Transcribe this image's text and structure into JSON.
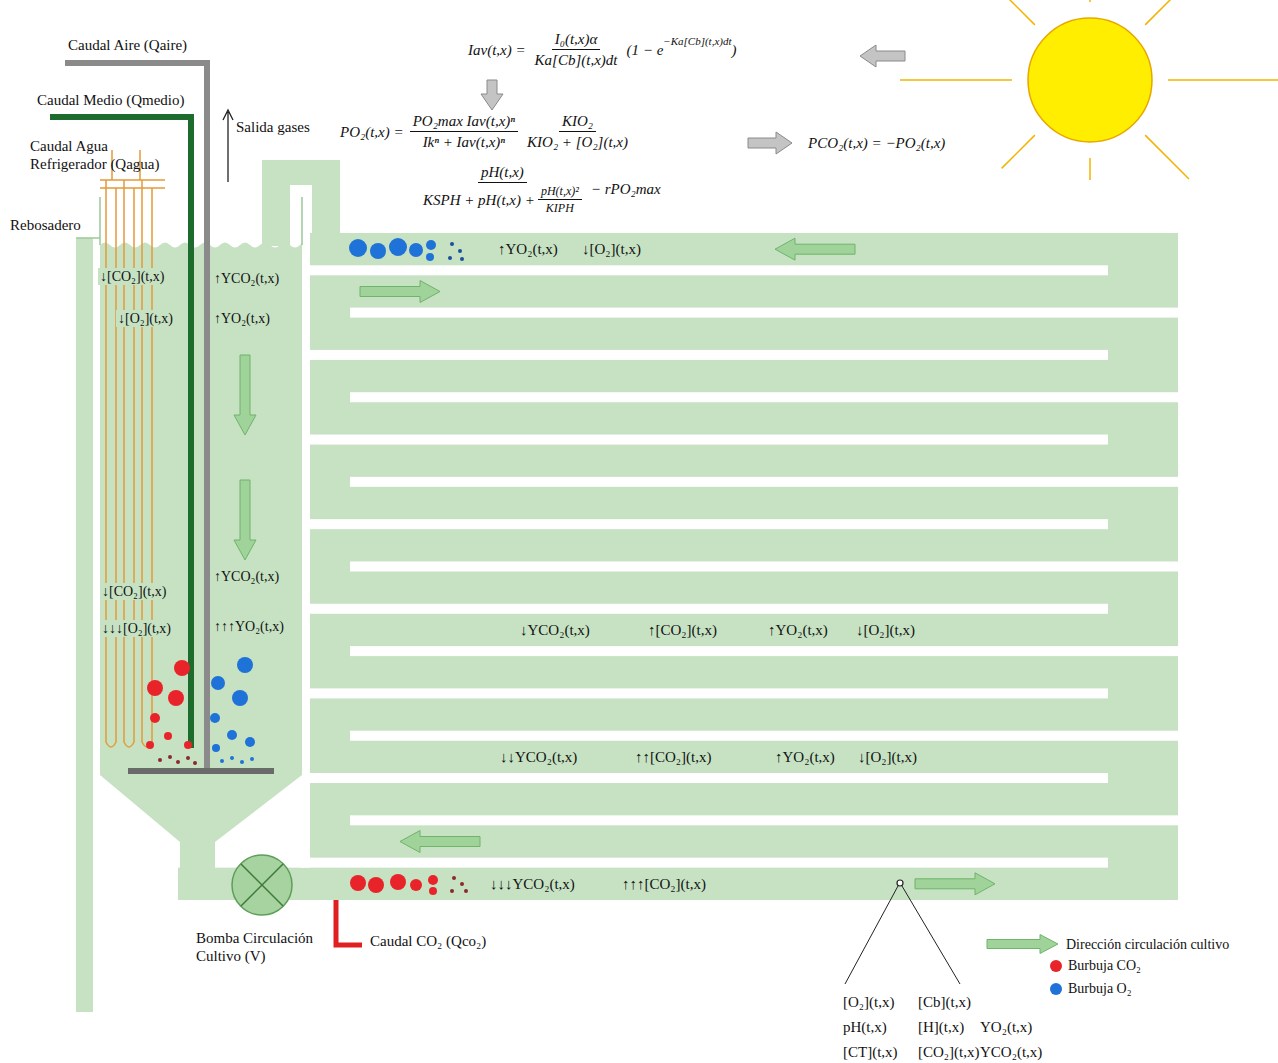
{
  "diagram": {
    "nodes": [
      {
        "text": [
          "Bomba Circulación Cultivo (V)"
        ]
      }
    ],
    "labels": [
      "Caudal Aire (Qaire)",
      "Caudal Medio (Qmedio)",
      "Caudal Agua Refrigerador (Qagua)",
      "Rebosadero",
      "Salida gases",
      "Iav(t,x) =",
      "I₀(t,x)α",
      "Ka[Cb](t,x)dt",
      "(1 − e",
      "−Ka[Cb](t,x)dt",
      ")",
      "PO₂(t,x) =",
      "PO₂max Iav(t,x)ⁿ",
      "Ikⁿ + Iav(t,x)ⁿ",
      "KIO₂",
      "KIO₂ + [O₂](t,x)",
      "pH(t,x)",
      "KSPH + pH(t,x) +",
      "pH(t,x)²",
      "KIPH",
      "− rPO₂max",
      "PCO₂(t,x) = −PO₂(t,x)",
      "↓[CO₂](t,x)",
      "↑YCO₂(t,x)",
      "↓[O₂](t,x)",
      "↑YO₂(t,x)",
      "↓[CO₂](t,x)",
      "↑YCO₂(t,x)",
      "↓↓↓[O₂](t,x)",
      "↑↑↑YO₂(t,x)",
      "↑YO₂(t,x)",
      "↓[O₂](t,x)",
      "↓YCO₂(t,x)",
      "↑[CO₂](t,x)",
      "↑YO₂(t,x)",
      "↓[O₂](t,x)",
      "↓↓YCO₂(t,x)",
      "↑↑[CO₂](t,x)",
      "↑YO₂(t,x)",
      "↓[O₂](t,x)",
      "↓↓↓YCO₂(t,x)",
      "↑↑↑[CO₂](t,x)",
      "Caudal CO₂ (Qco₂)",
      "[O₂](t,x)",
      "[Cb](t,x)",
      "pH(t,x)",
      "[H](t,x)",
      "YO₂(t,x)",
      "[CT](t,x)",
      "[CO₂](t,x)",
      "YCO₂(t,x)"
    ],
    "legend": [
      {
        "text": "Dirección circulación cultivo"
      },
      {
        "text": "Burbuja CO₂",
        "color": "#e8242a"
      },
      {
        "text": "Burbuja O₂",
        "color": "#1e72d8"
      }
    ]
  }
}
